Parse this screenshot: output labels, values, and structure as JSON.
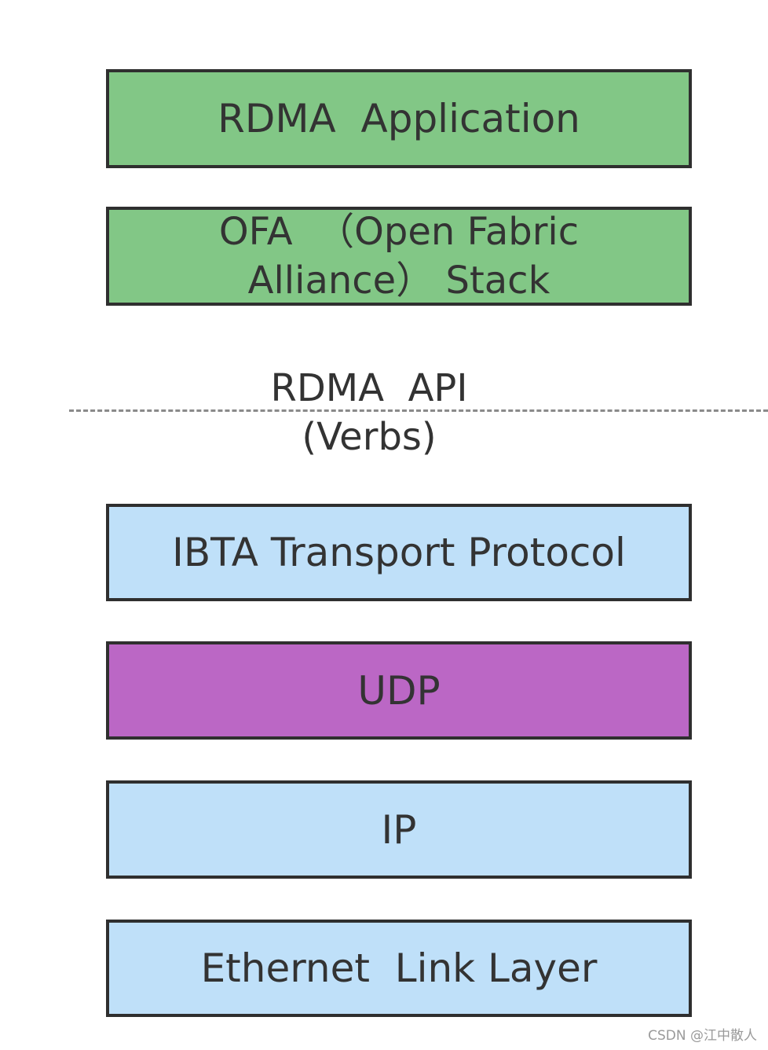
{
  "colors": {
    "green": "#82c786",
    "blue": "#bfe0f9",
    "purple": "#bb67c5",
    "border": "#2f2f2f",
    "divider": "#8a8a8a"
  },
  "layers": [
    {
      "label": "RDMA  Application",
      "color": "#82c786"
    },
    {
      "label": "OFA  （Open Fabric\nAlliance） Stack",
      "color": "#82c786"
    },
    {
      "label": "IBTA Transport Protocol",
      "color": "#bfe0f9"
    },
    {
      "label": "UDP",
      "color": "#bb67c5"
    },
    {
      "label": "IP",
      "color": "#bfe0f9"
    },
    {
      "label": "Ethernet  Link Layer",
      "color": "#bfe0f9"
    }
  ],
  "api": {
    "label": "RDMA  API\n(Verbs)"
  },
  "watermark": "CSDN @江中散人"
}
